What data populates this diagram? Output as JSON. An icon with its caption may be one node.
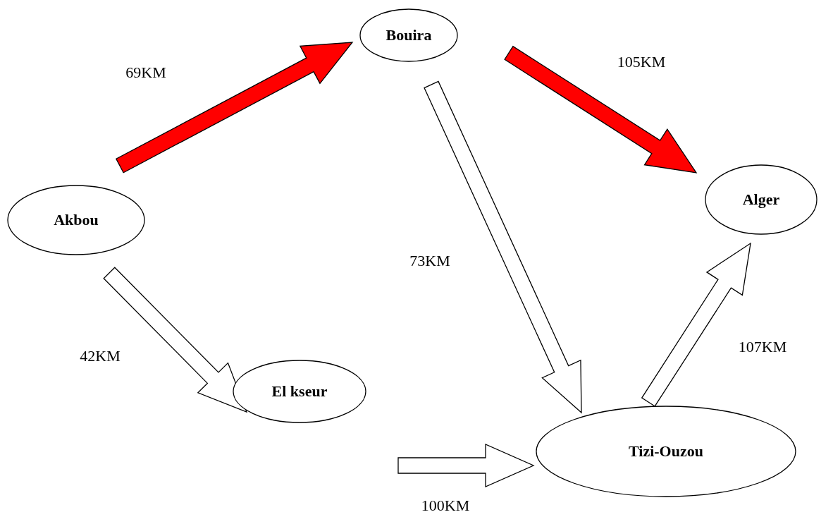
{
  "diagram": {
    "nodes": [
      {
        "text": [
          "Bouira"
        ]
      },
      {
        "text": [
          "Akbou"
        ]
      },
      {
        "text": [
          "Alger"
        ]
      },
      {
        "text": [
          "El kseur"
        ]
      },
      {
        "text": [
          "Tizi-Ouzou"
        ]
      }
    ],
    "edges": [
      {
        "from": 1,
        "to": 0,
        "arrow": "to",
        "label": "69KM",
        "style": "thick",
        "color": "#ff0000"
      },
      {
        "from": 0,
        "to": 2,
        "arrow": "to",
        "label": "105KM",
        "style": "thick",
        "color": "#ff0000"
      },
      {
        "from": 0,
        "to": 4,
        "arrow": "to",
        "label": "73KM",
        "style": "thick"
      },
      {
        "from": 1,
        "to": 3,
        "arrow": "to",
        "label": "42KM",
        "style": "thick"
      },
      {
        "from": 3,
        "to": 4,
        "arrow": "to",
        "label": "100KM",
        "style": "thick"
      },
      {
        "from": 4,
        "to": 2,
        "arrow": "to",
        "label": "107KM",
        "style": "thick"
      }
    ]
  }
}
